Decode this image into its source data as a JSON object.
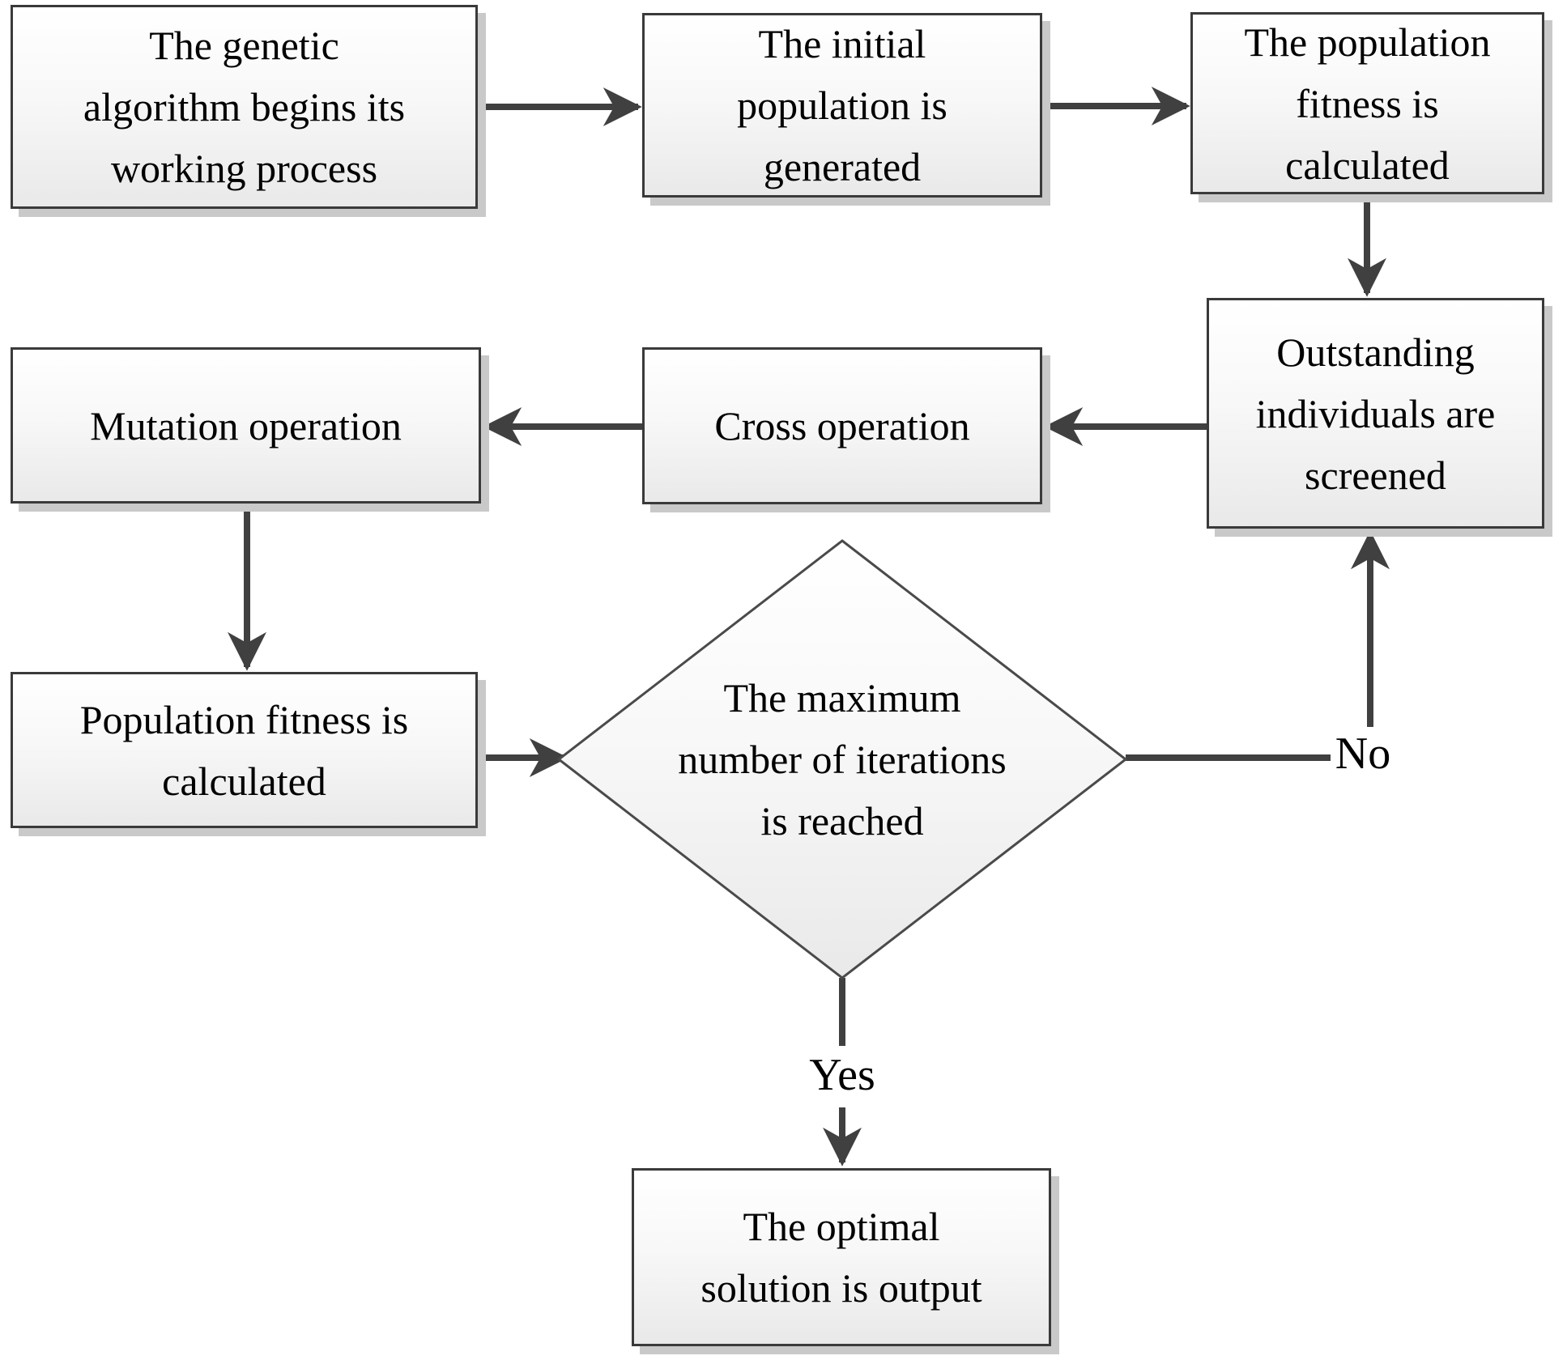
{
  "flowchart": {
    "nodes": {
      "start": {
        "lines": [
          "The genetic",
          "algorithm begins its",
          "working process"
        ]
      },
      "initial_population": {
        "lines": [
          "The initial",
          "population is",
          "generated"
        ]
      },
      "population_fitness": {
        "lines": [
          "The population",
          "fitness is",
          "calculated"
        ]
      },
      "screening": {
        "lines": [
          "Outstanding",
          "individuals are",
          "screened"
        ]
      },
      "cross_operation": {
        "lines": [
          "Cross operation"
        ]
      },
      "mutation_operation": {
        "lines": [
          "Mutation operation"
        ]
      },
      "population_fitness_2": {
        "lines": [
          "Population fitness is",
          "calculated"
        ]
      },
      "decision": {
        "lines": [
          "The maximum",
          "number of iterations",
          "is reached"
        ]
      },
      "output": {
        "lines": [
          "The optimal",
          "solution is output"
        ]
      }
    },
    "branch_labels": {
      "yes": "Yes",
      "no": "No"
    },
    "colors": {
      "node_border": "#3a3a3a",
      "arrow": "#404040",
      "node_fill_top": "#ffffff",
      "node_fill_bottom": "#e9e9e9",
      "shadow": "#c9c9c9",
      "text": "#000000",
      "background": "#ffffff"
    }
  }
}
